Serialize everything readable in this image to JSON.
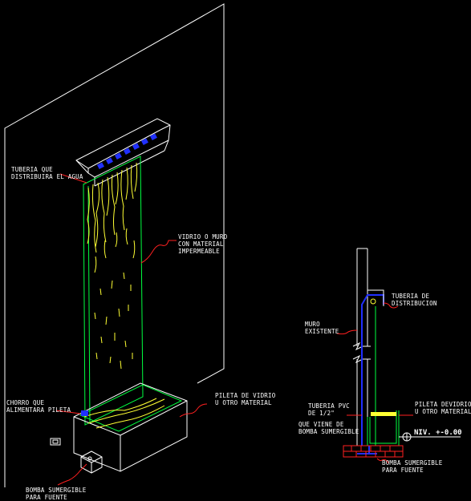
{
  "labels": {
    "tuberia_l1": "TUBERIA QUE",
    "tuberia_l2": "DISTRIBUIRA EL AGUA",
    "vidrio_l1": "VIDRIO O MURO",
    "vidrio_l2": "CON MATERIAL",
    "vidrio_l3": "IMPERMEABLE",
    "chorro_l1": "CHORRO QUE",
    "chorro_l2": "ALIMENTARA PILETA",
    "pileta_l1": "PILETA DE VIDRIO",
    "pileta_l2": "U OTRO MATERIAL",
    "bomba_l1": "BOMBA SUMERGIBLE",
    "bomba_l2": "PARA FUENTE",
    "distrib_l1": "TUBERIA DE",
    "distrib_l2": "DISTRIBUCION",
    "muro_l1": "MURO",
    "muro_l2": "EXISTENTE",
    "pvc_l1": "TUBERIA PVC",
    "pvc_l2": "DE 1/2\"",
    "viene_l1": "QUE VIENE DE",
    "viene_l2": "BOMBA SUMERGIBLE",
    "pileta2_l1": "PILETA DEVIDRIO",
    "pileta2_l2": "U OTRO MATERIAL",
    "nivel": "NIV. +-0.00",
    "bomba2_l1": "BOMBA SUMERGIBLE",
    "bomba2_l2": "PARA FUENTE"
  },
  "colors": {
    "background": "#000000",
    "lines": "#ffffff",
    "glass": "#00ff40",
    "water": "#ffff33",
    "pipe": "#2030ff",
    "leader": "#ff2020",
    "brick": "#ff2020"
  }
}
